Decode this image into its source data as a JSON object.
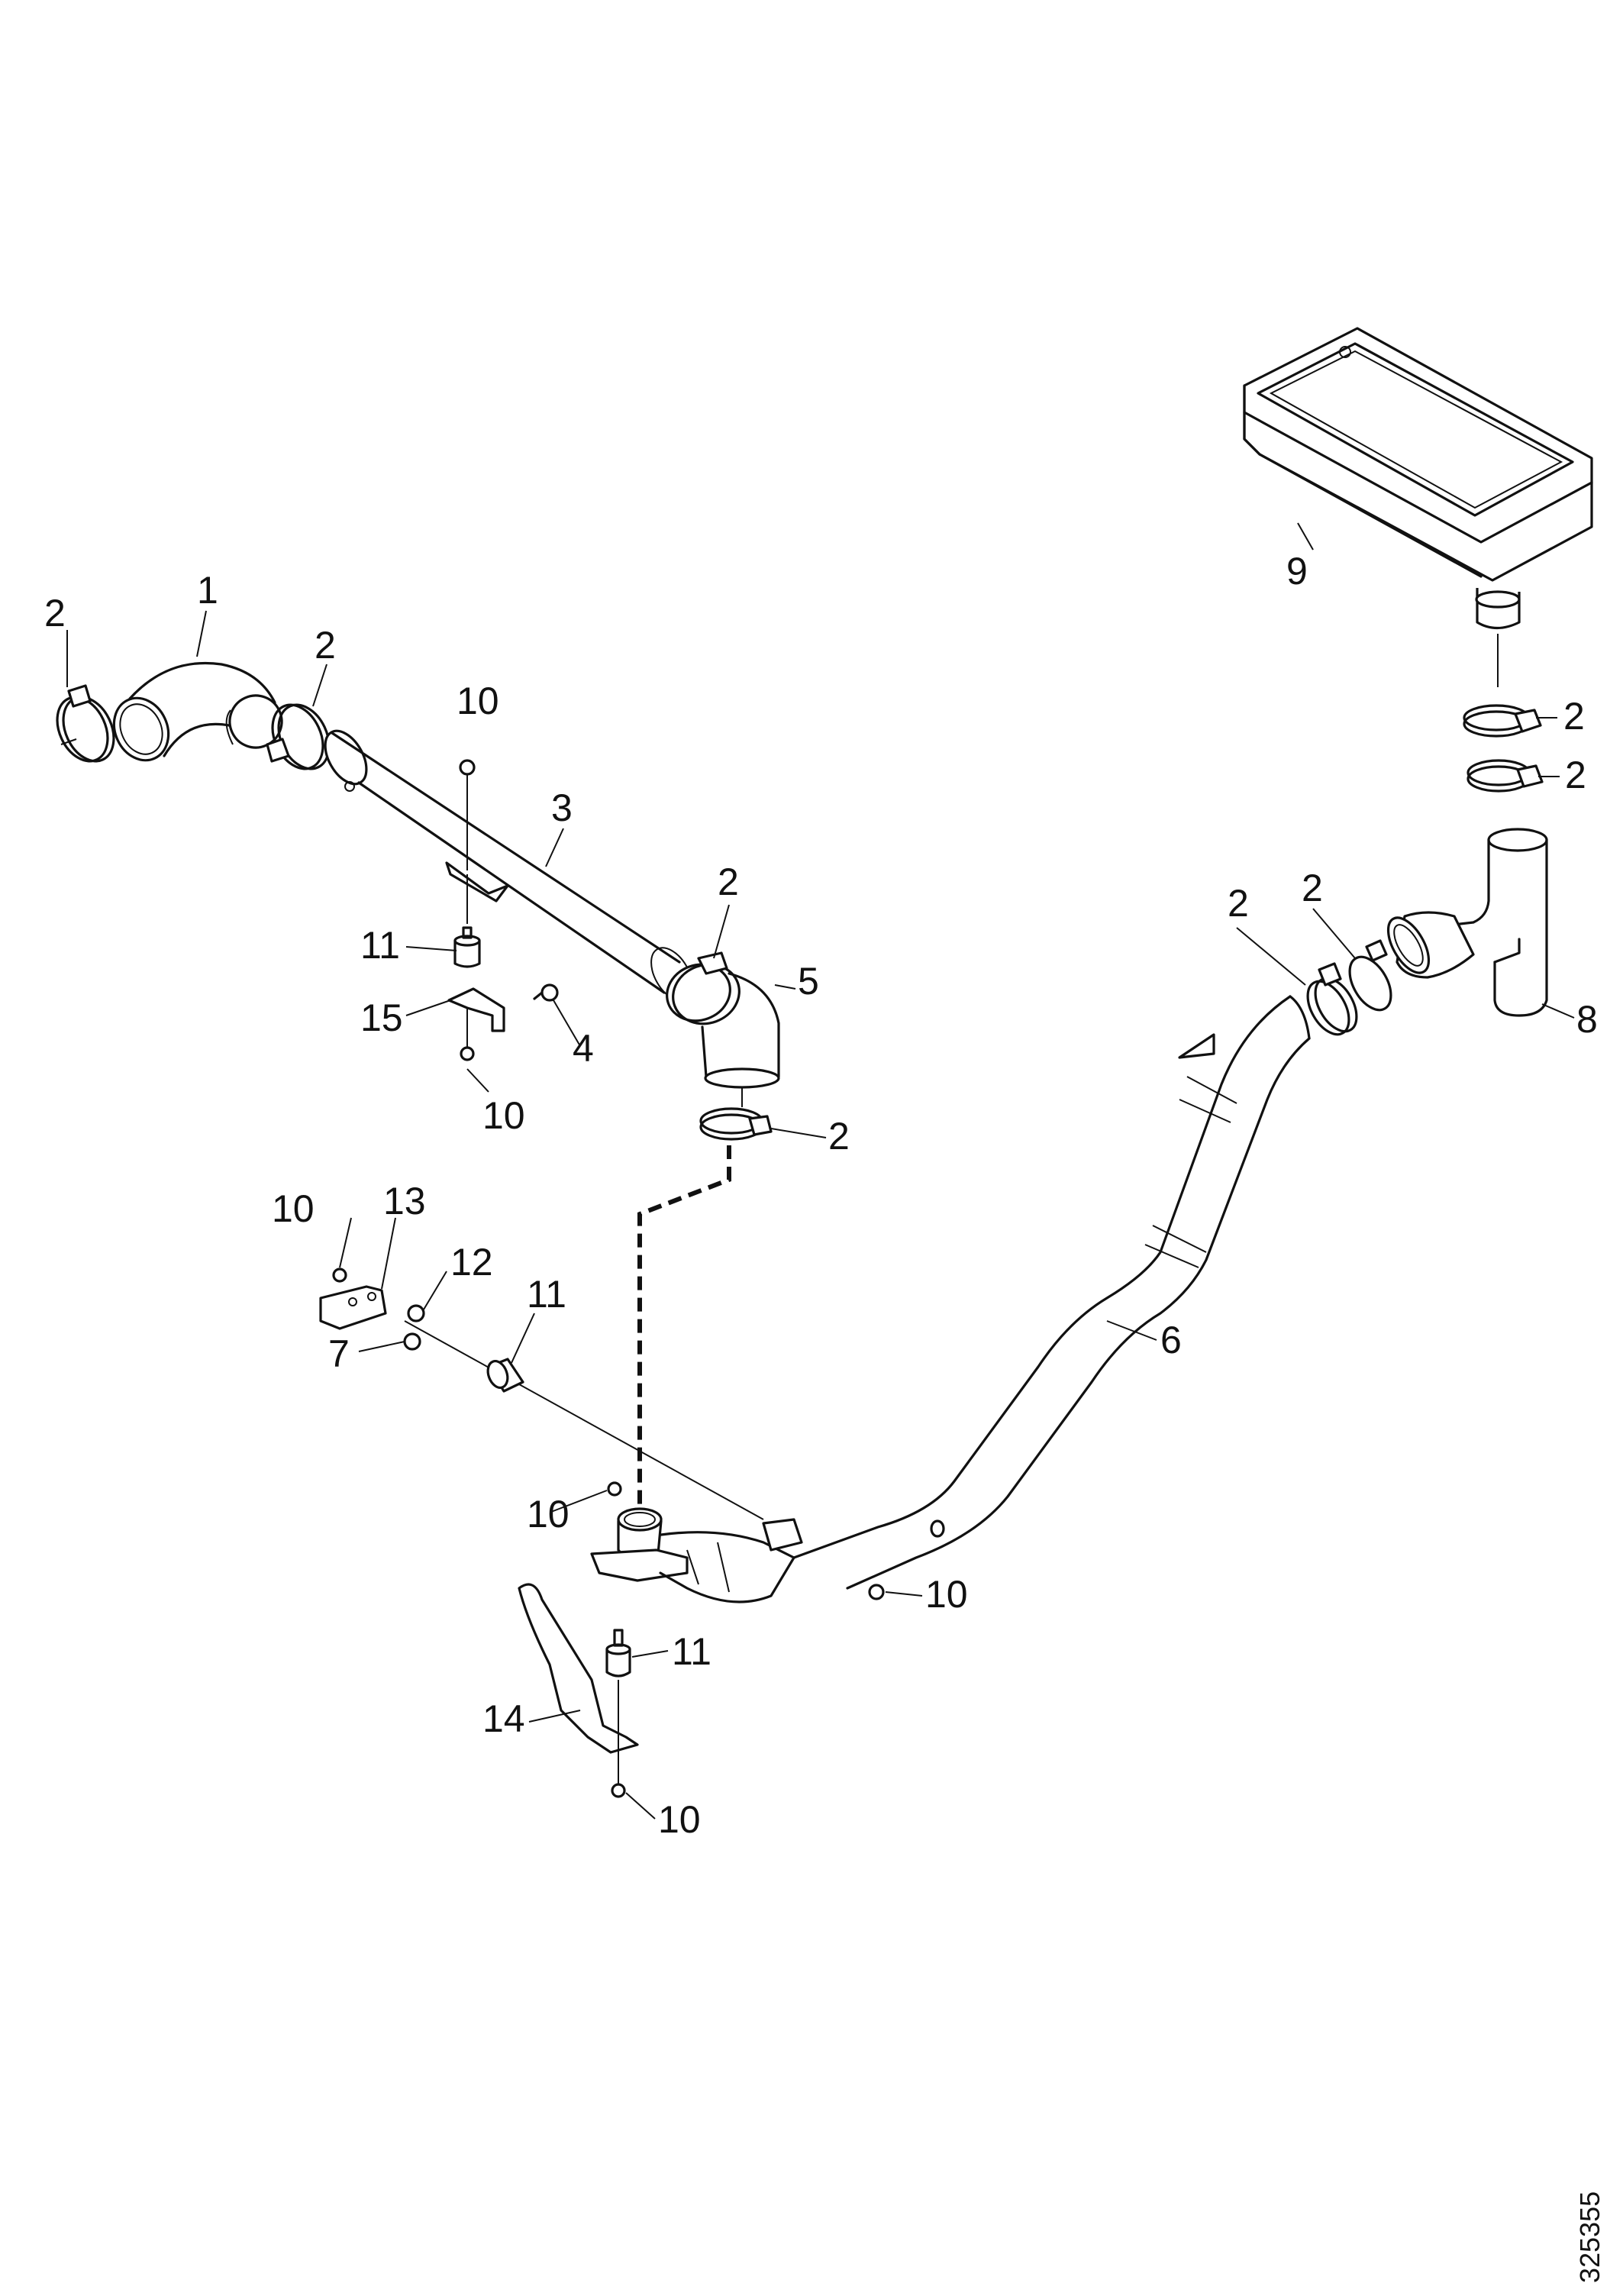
{
  "diagram": {
    "callouts": [
      {
        "id": "c1",
        "text": "1"
      },
      {
        "id": "c2a",
        "text": "2"
      },
      {
        "id": "c2b",
        "text": "2"
      },
      {
        "id": "c2c",
        "text": "2"
      },
      {
        "id": "c2d",
        "text": "2"
      },
      {
        "id": "c2e",
        "text": "2"
      },
      {
        "id": "c2f",
        "text": "2"
      },
      {
        "id": "c2g",
        "text": "2"
      },
      {
        "id": "c2h",
        "text": "2"
      },
      {
        "id": "c3",
        "text": "3"
      },
      {
        "id": "c4",
        "text": "4"
      },
      {
        "id": "c5",
        "text": "5"
      },
      {
        "id": "c6",
        "text": "6"
      },
      {
        "id": "c7",
        "text": "7"
      },
      {
        "id": "c8",
        "text": "8"
      },
      {
        "id": "c9",
        "text": "9"
      },
      {
        "id": "c10a",
        "text": "10"
      },
      {
        "id": "c10b",
        "text": "10"
      },
      {
        "id": "c10c",
        "text": "10"
      },
      {
        "id": "c10d",
        "text": "10"
      },
      {
        "id": "c10e",
        "text": "10"
      },
      {
        "id": "c10f",
        "text": "10"
      },
      {
        "id": "c11a",
        "text": "11"
      },
      {
        "id": "c11b",
        "text": "11"
      },
      {
        "id": "c11c",
        "text": "11"
      },
      {
        "id": "c12",
        "text": "12"
      },
      {
        "id": "c13",
        "text": "13"
      },
      {
        "id": "c14",
        "text": "14"
      },
      {
        "id": "c15",
        "text": "15"
      }
    ],
    "document_number": "325355"
  }
}
